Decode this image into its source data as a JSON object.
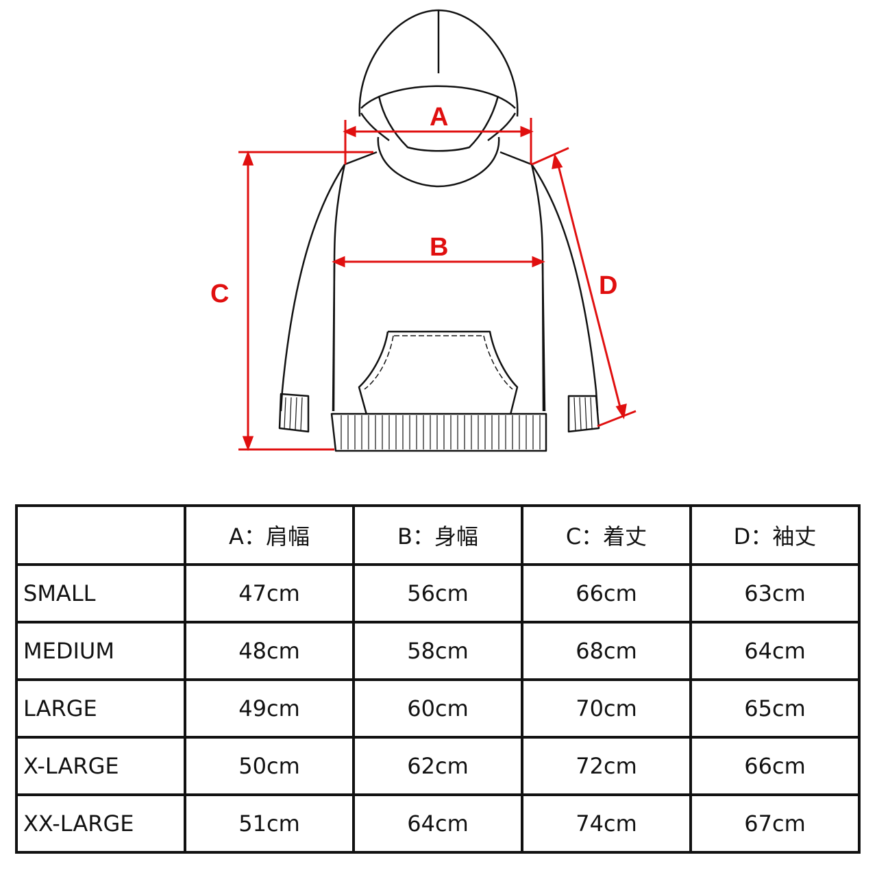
{
  "diagram": {
    "labels": {
      "a": "A",
      "b": "B",
      "c": "C",
      "d": "D"
    },
    "accent_color": "#e00f0f",
    "outline_color": "#111111"
  },
  "table": {
    "headers": [
      "",
      "A：肩幅",
      "B：身幅",
      "C：着丈",
      "D：袖丈"
    ],
    "rows": [
      {
        "size": "SMALL",
        "values": [
          "47cm",
          "56cm",
          "66cm",
          "63cm"
        ]
      },
      {
        "size": "MEDIUM",
        "values": [
          "48cm",
          "58cm",
          "68cm",
          "64cm"
        ]
      },
      {
        "size": "LARGE",
        "values": [
          "49cm",
          "60cm",
          "70cm",
          "65cm"
        ]
      },
      {
        "size": "X-LARGE",
        "values": [
          "50cm",
          "62cm",
          "72cm",
          "66cm"
        ]
      },
      {
        "size": "XX-LARGE",
        "values": [
          "51cm",
          "64cm",
          "74cm",
          "67cm"
        ]
      }
    ]
  }
}
